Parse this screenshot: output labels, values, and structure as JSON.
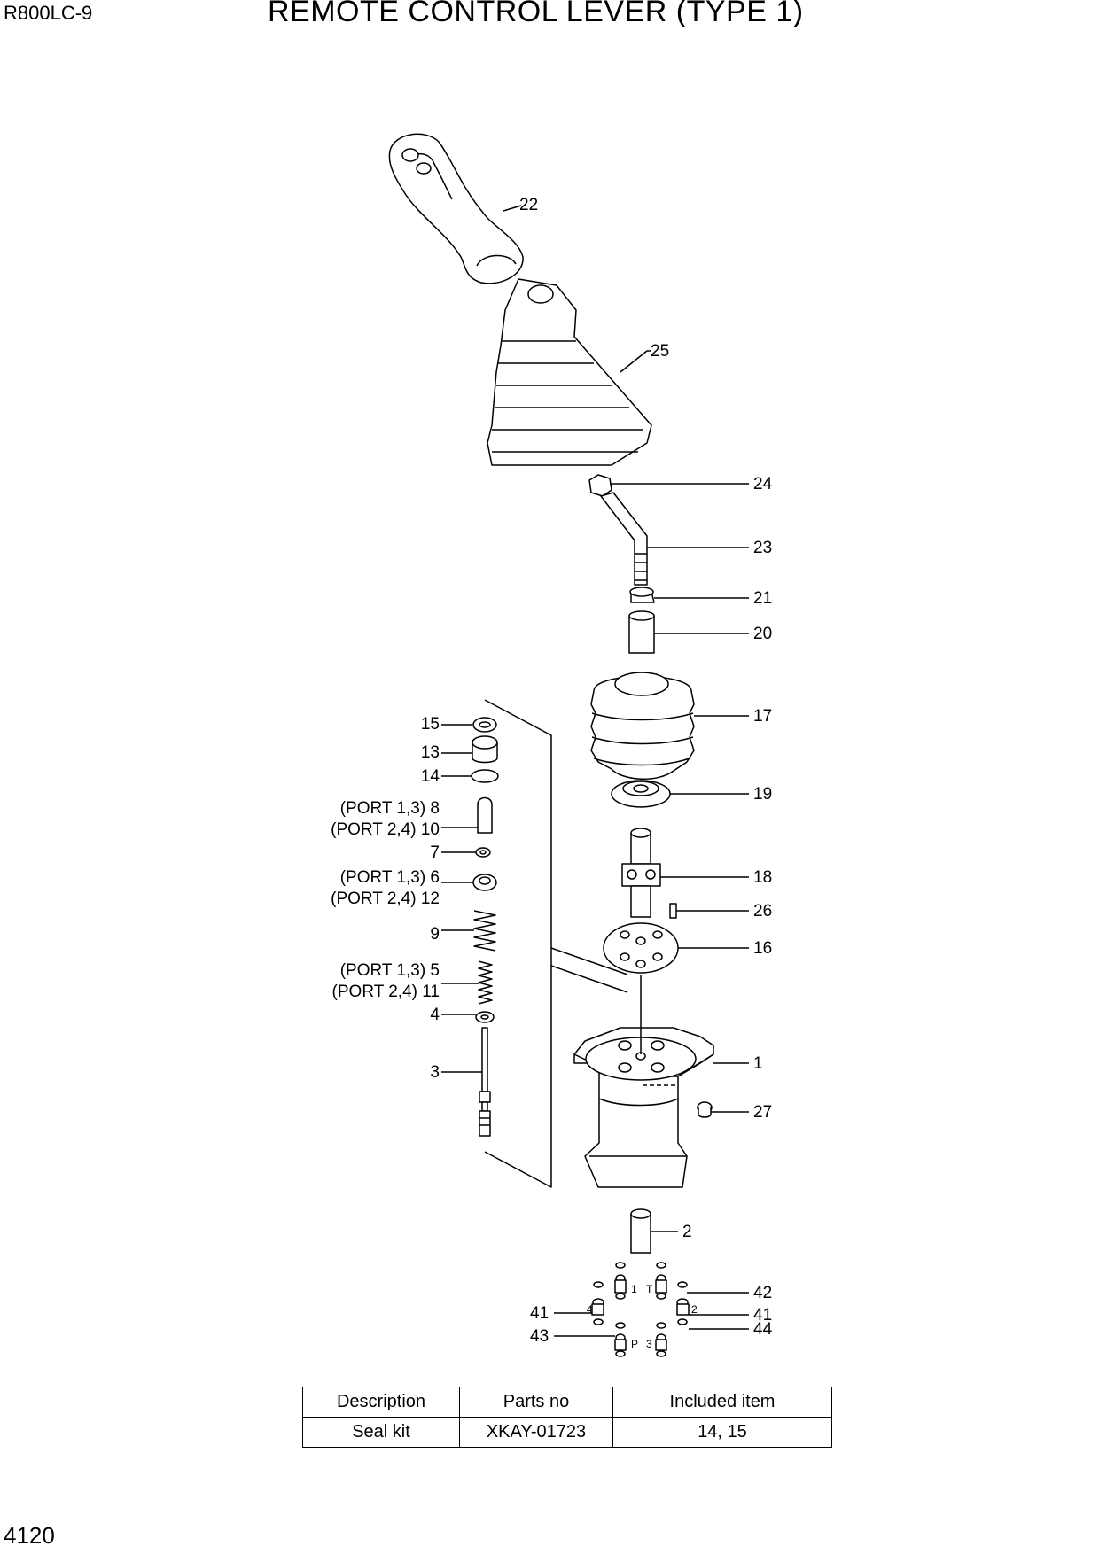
{
  "header": {
    "model": "R800LC-9",
    "title": "REMOTE CONTROL LEVER (TYPE 1)"
  },
  "footer": {
    "page_number": "4120"
  },
  "callouts": {
    "p22": "22",
    "p25": "25",
    "p24": "24",
    "p23": "23",
    "p21": "21",
    "p20": "20",
    "p17": "17",
    "p19": "19",
    "p18": "18",
    "p26": "26",
    "p16": "16",
    "p1": "1",
    "p27": "27",
    "p2": "2",
    "p42": "42",
    "p41a": "41",
    "p41b": "41",
    "p44": "44",
    "p43": "43",
    "p15": "15",
    "p13": "13",
    "p14": "14",
    "p7": "7",
    "p9": "9",
    "p4": "4",
    "p3": "3",
    "p8": "(PORT 1,3)  8",
    "p10": "(PORT 2,4) 10",
    "p6": "(PORT 1,3)  6",
    "p12": "(PORT 2,4) 12",
    "p5": "(PORT 1,3)  5",
    "p11": "(PORT 2,4) 11"
  },
  "port_marks": {
    "m1": "1",
    "mT": "T",
    "m4": "4",
    "m2": "2",
    "mP": "P",
    "m3": "3"
  },
  "table": {
    "headers": [
      "Description",
      "Parts no",
      "Included item"
    ],
    "rows": [
      [
        "Seal kit",
        "XKAY-01723",
        "14, 15"
      ]
    ]
  }
}
